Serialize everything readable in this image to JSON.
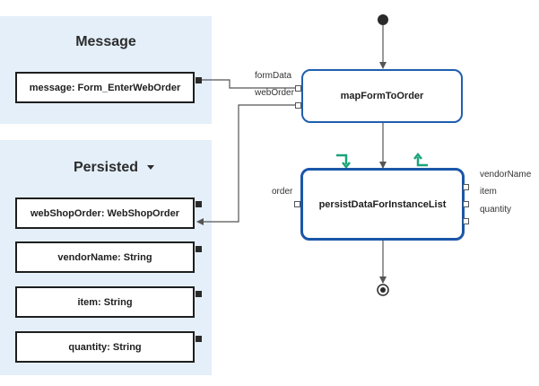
{
  "message_panel": {
    "title": "Message",
    "params": [
      "message: Form_EnterWebOrder"
    ]
  },
  "persisted_panel": {
    "title": "Persisted",
    "params": [
      "webShopOrder: WebShopOrder",
      "vendorName: String",
      "item: String",
      "quantity: String"
    ]
  },
  "nodes": {
    "map": {
      "label": "mapFormToOrder",
      "inputs": [
        "formData",
        "webOrder"
      ]
    },
    "persist": {
      "label": "persistDataForInstanceList",
      "inputs": [
        "order"
      ],
      "outputs": [
        "vendorName",
        "item",
        "quantity"
      ]
    }
  },
  "colors": {
    "panel_bg": "#e4eff9",
    "node_border": "#1f5fb0",
    "loop_marker": "#1aa37a"
  }
}
